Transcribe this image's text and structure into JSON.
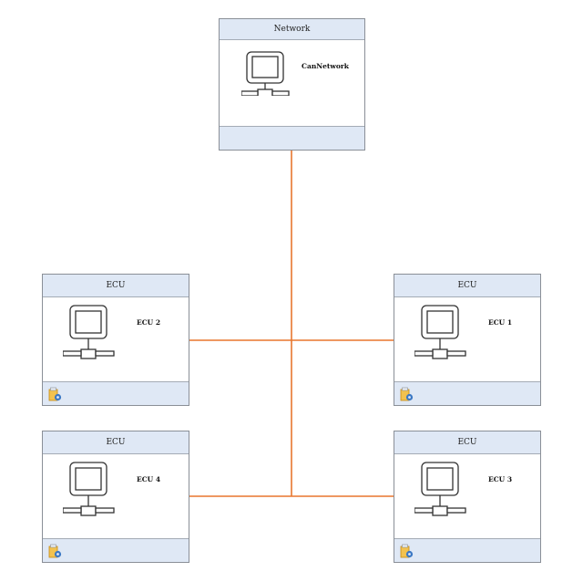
{
  "network": {
    "type_label": "Network",
    "name": "CanNetwork",
    "icon": "network-computer-icon"
  },
  "ecus": [
    {
      "id": "ecu2",
      "type_label": "ECU",
      "name": "ECU 2",
      "icon": "network-computer-icon",
      "badge_icon": "config-gear-icon"
    },
    {
      "id": "ecu1",
      "type_label": "ECU",
      "name": "ECU 1",
      "icon": "network-computer-icon",
      "badge_icon": "config-gear-icon"
    },
    {
      "id": "ecu4",
      "type_label": "ECU",
      "name": "ECU 4",
      "icon": "network-computer-icon",
      "badge_icon": "config-gear-icon"
    },
    {
      "id": "ecu3",
      "type_label": "ECU",
      "name": "ECU 3",
      "icon": "network-computer-icon",
      "badge_icon": "config-gear-icon"
    }
  ],
  "colors": {
    "connection_line": "#e8772e",
    "header_fill": "#dfe8f5",
    "node_border": "#8a8f97"
  }
}
